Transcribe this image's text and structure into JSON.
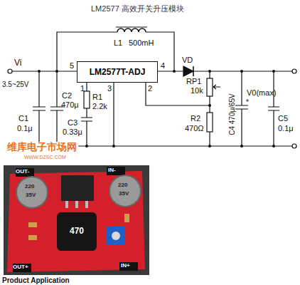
{
  "diagram": {
    "title": "LM2577 高效开关升压模块",
    "nodes": [
      {
        "text": [
          "LM2577T-ADJ"
        ]
      }
    ],
    "labels": [
      "5",
      "4",
      "1",
      "3",
      "2",
      "L1",
      "500mH",
      "VD",
      "RP1",
      "10k",
      "R2",
      "470Ω",
      "C4 470μ/65V",
      "V0(max)",
      "C5",
      "0.1μ",
      "Vi",
      "3.5~25V",
      "C1",
      "0.1μ",
      "C2",
      "470μ",
      "R1",
      "2.2k",
      "C3",
      "0.33μ",
      "维库电子市场网",
      "WWW.DZSC.COM",
      "OUT-",
      "IN-",
      "OUT+",
      "IN+",
      "470",
      "220",
      "35V",
      "220",
      "35V",
      "Product Application"
    ]
  }
}
